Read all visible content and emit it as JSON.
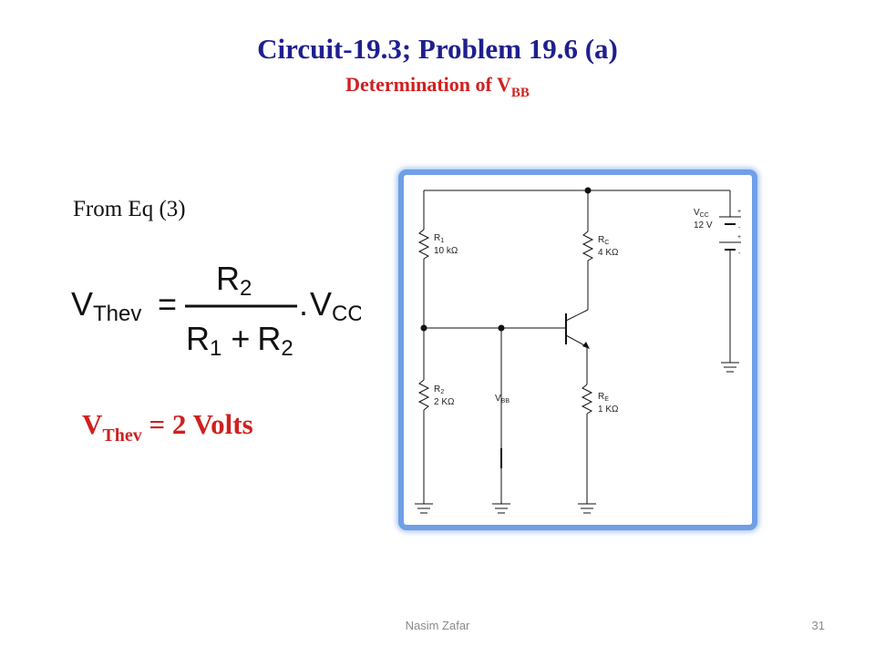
{
  "slide": {
    "title": "Circuit-19.3; Problem 19.6 (a)",
    "subtitle_main": "Determination of V",
    "subtitle_sub": "BB",
    "from_eq": "From Eq (3)",
    "formula": {
      "lhs_main": "V",
      "lhs_sub": "Thev",
      "equals": "=",
      "num_main": "R",
      "num_sub": "2",
      "den_r1_main": "R",
      "den_r1_sub": "1",
      "den_plus": "+",
      "den_r2_main": "R",
      "den_r2_sub": "2",
      "dot": ".",
      "vcc_main": "V",
      "vcc_sub": "CC"
    },
    "result_main": "V",
    "result_sub": "Thev",
    "result_tail": " = 2 Volts",
    "footer_author": "Nasim Zafar",
    "footer_page": "31"
  },
  "circuit": {
    "r1_name": "R",
    "r1_sub": "1",
    "r1_value": "10 kΩ",
    "r2_name": "R",
    "r2_sub": "2",
    "r2_value": "2 KΩ",
    "rc_name": "R",
    "rc_sub": "C",
    "rc_value": "4 KΩ",
    "re_name": "R",
    "re_sub": "E",
    "re_value": "1 KΩ",
    "vcc_name": "V",
    "vcc_sub": "CC",
    "vcc_value": "12 V",
    "vbb_name": "V",
    "vbb_sub": "BB",
    "plus_sign": "+",
    "minus_sign": "-",
    "frame_color": "#6f9fe6"
  }
}
